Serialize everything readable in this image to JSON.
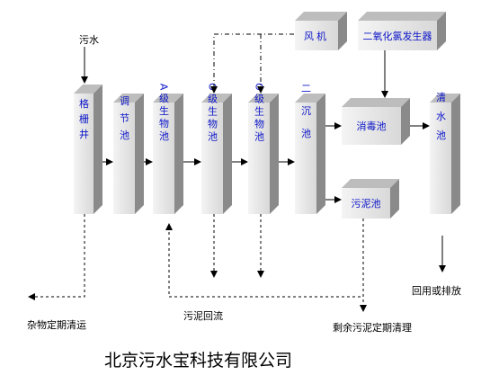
{
  "diagram": {
    "input_label": "污水",
    "tanks": [
      {
        "id": "grille",
        "label": "格栅井",
        "vertical": true
      },
      {
        "id": "adjust",
        "label": "调节池",
        "vertical": true
      },
      {
        "id": "a_bio",
        "label": "A级生物池",
        "vertical": true
      },
      {
        "id": "o_bio1",
        "label": "O级生物池",
        "vertical": true
      },
      {
        "id": "o_bio2",
        "label": "O级生物池",
        "vertical": true
      },
      {
        "id": "sedim2",
        "label": "二沉池",
        "vertical": true
      },
      {
        "id": "disinfect",
        "label": "消毒池",
        "vertical": false
      },
      {
        "id": "sludge",
        "label": "污泥池",
        "vertical": false
      },
      {
        "id": "clean",
        "label": "清水池",
        "vertical": true
      },
      {
        "id": "blower",
        "label": "风机",
        "vertical": false
      },
      {
        "id": "clo2",
        "label": "二氧化氯发生器",
        "vertical": false
      }
    ],
    "annotations": {
      "debris": "杂物定期清运",
      "sludge_return": "污泥回流",
      "excess_sludge": "剩余污泥定期清理",
      "reuse": "回用或排放"
    },
    "company": "北京污水宝科技有限公司"
  },
  "colors": {
    "box_front": "#e6e6e6",
    "box_top": "#bdbdbd",
    "box_side": "#8a8a8a",
    "text": "#0a14c8"
  }
}
